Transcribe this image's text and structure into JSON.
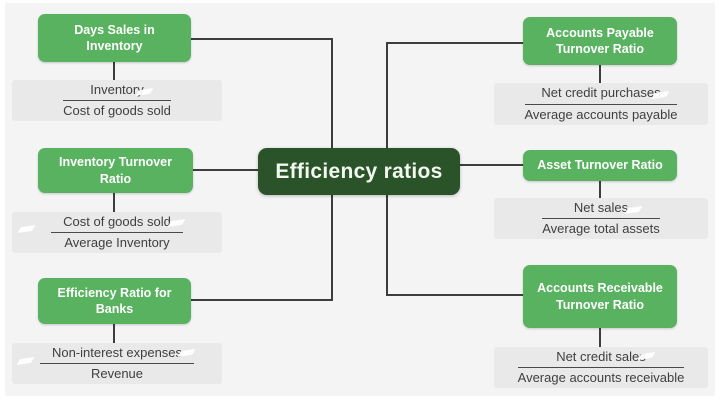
{
  "diagram": {
    "type": "mind-map",
    "title": "Efficiency ratios"
  },
  "colors": {
    "canvas-bg": "#f4f4f5",
    "node-green": "#58b25f",
    "center-green": "#2b5329",
    "formula-bg": "#e9e9ea",
    "connector": "#3d3d3d",
    "text-dark": "#3f3f3f"
  },
  "nodes": {
    "center": {
      "label": "Efficiency ratios"
    },
    "left": [
      {
        "label": "Days Sales in Inventory",
        "formula": {
          "numerator": "Inventory",
          "denominator": "Cost of goods sold"
        }
      },
      {
        "label": "Inventory Turnover Ratio",
        "formula": {
          "numerator": "Cost of goods sold",
          "denominator": "Average Inventory"
        }
      },
      {
        "label": "Efficiency Ratio for Banks",
        "formula": {
          "numerator": "Non-interest expenses",
          "denominator": "Revenue"
        }
      }
    ],
    "right": [
      {
        "label": "Accounts Payable Turnover Ratio",
        "formula": {
          "numerator": "Net credit purchases",
          "denominator": "Average accounts payable"
        }
      },
      {
        "label": "Asset Turnover Ratio",
        "formula": {
          "numerator": "Net sales",
          "denominator": "Average total assets"
        }
      },
      {
        "label": "Accounts Receivable Turnover Ratio",
        "formula": {
          "numerator": "Net credit sales",
          "denominator": "Average accounts receivable"
        }
      }
    ]
  }
}
